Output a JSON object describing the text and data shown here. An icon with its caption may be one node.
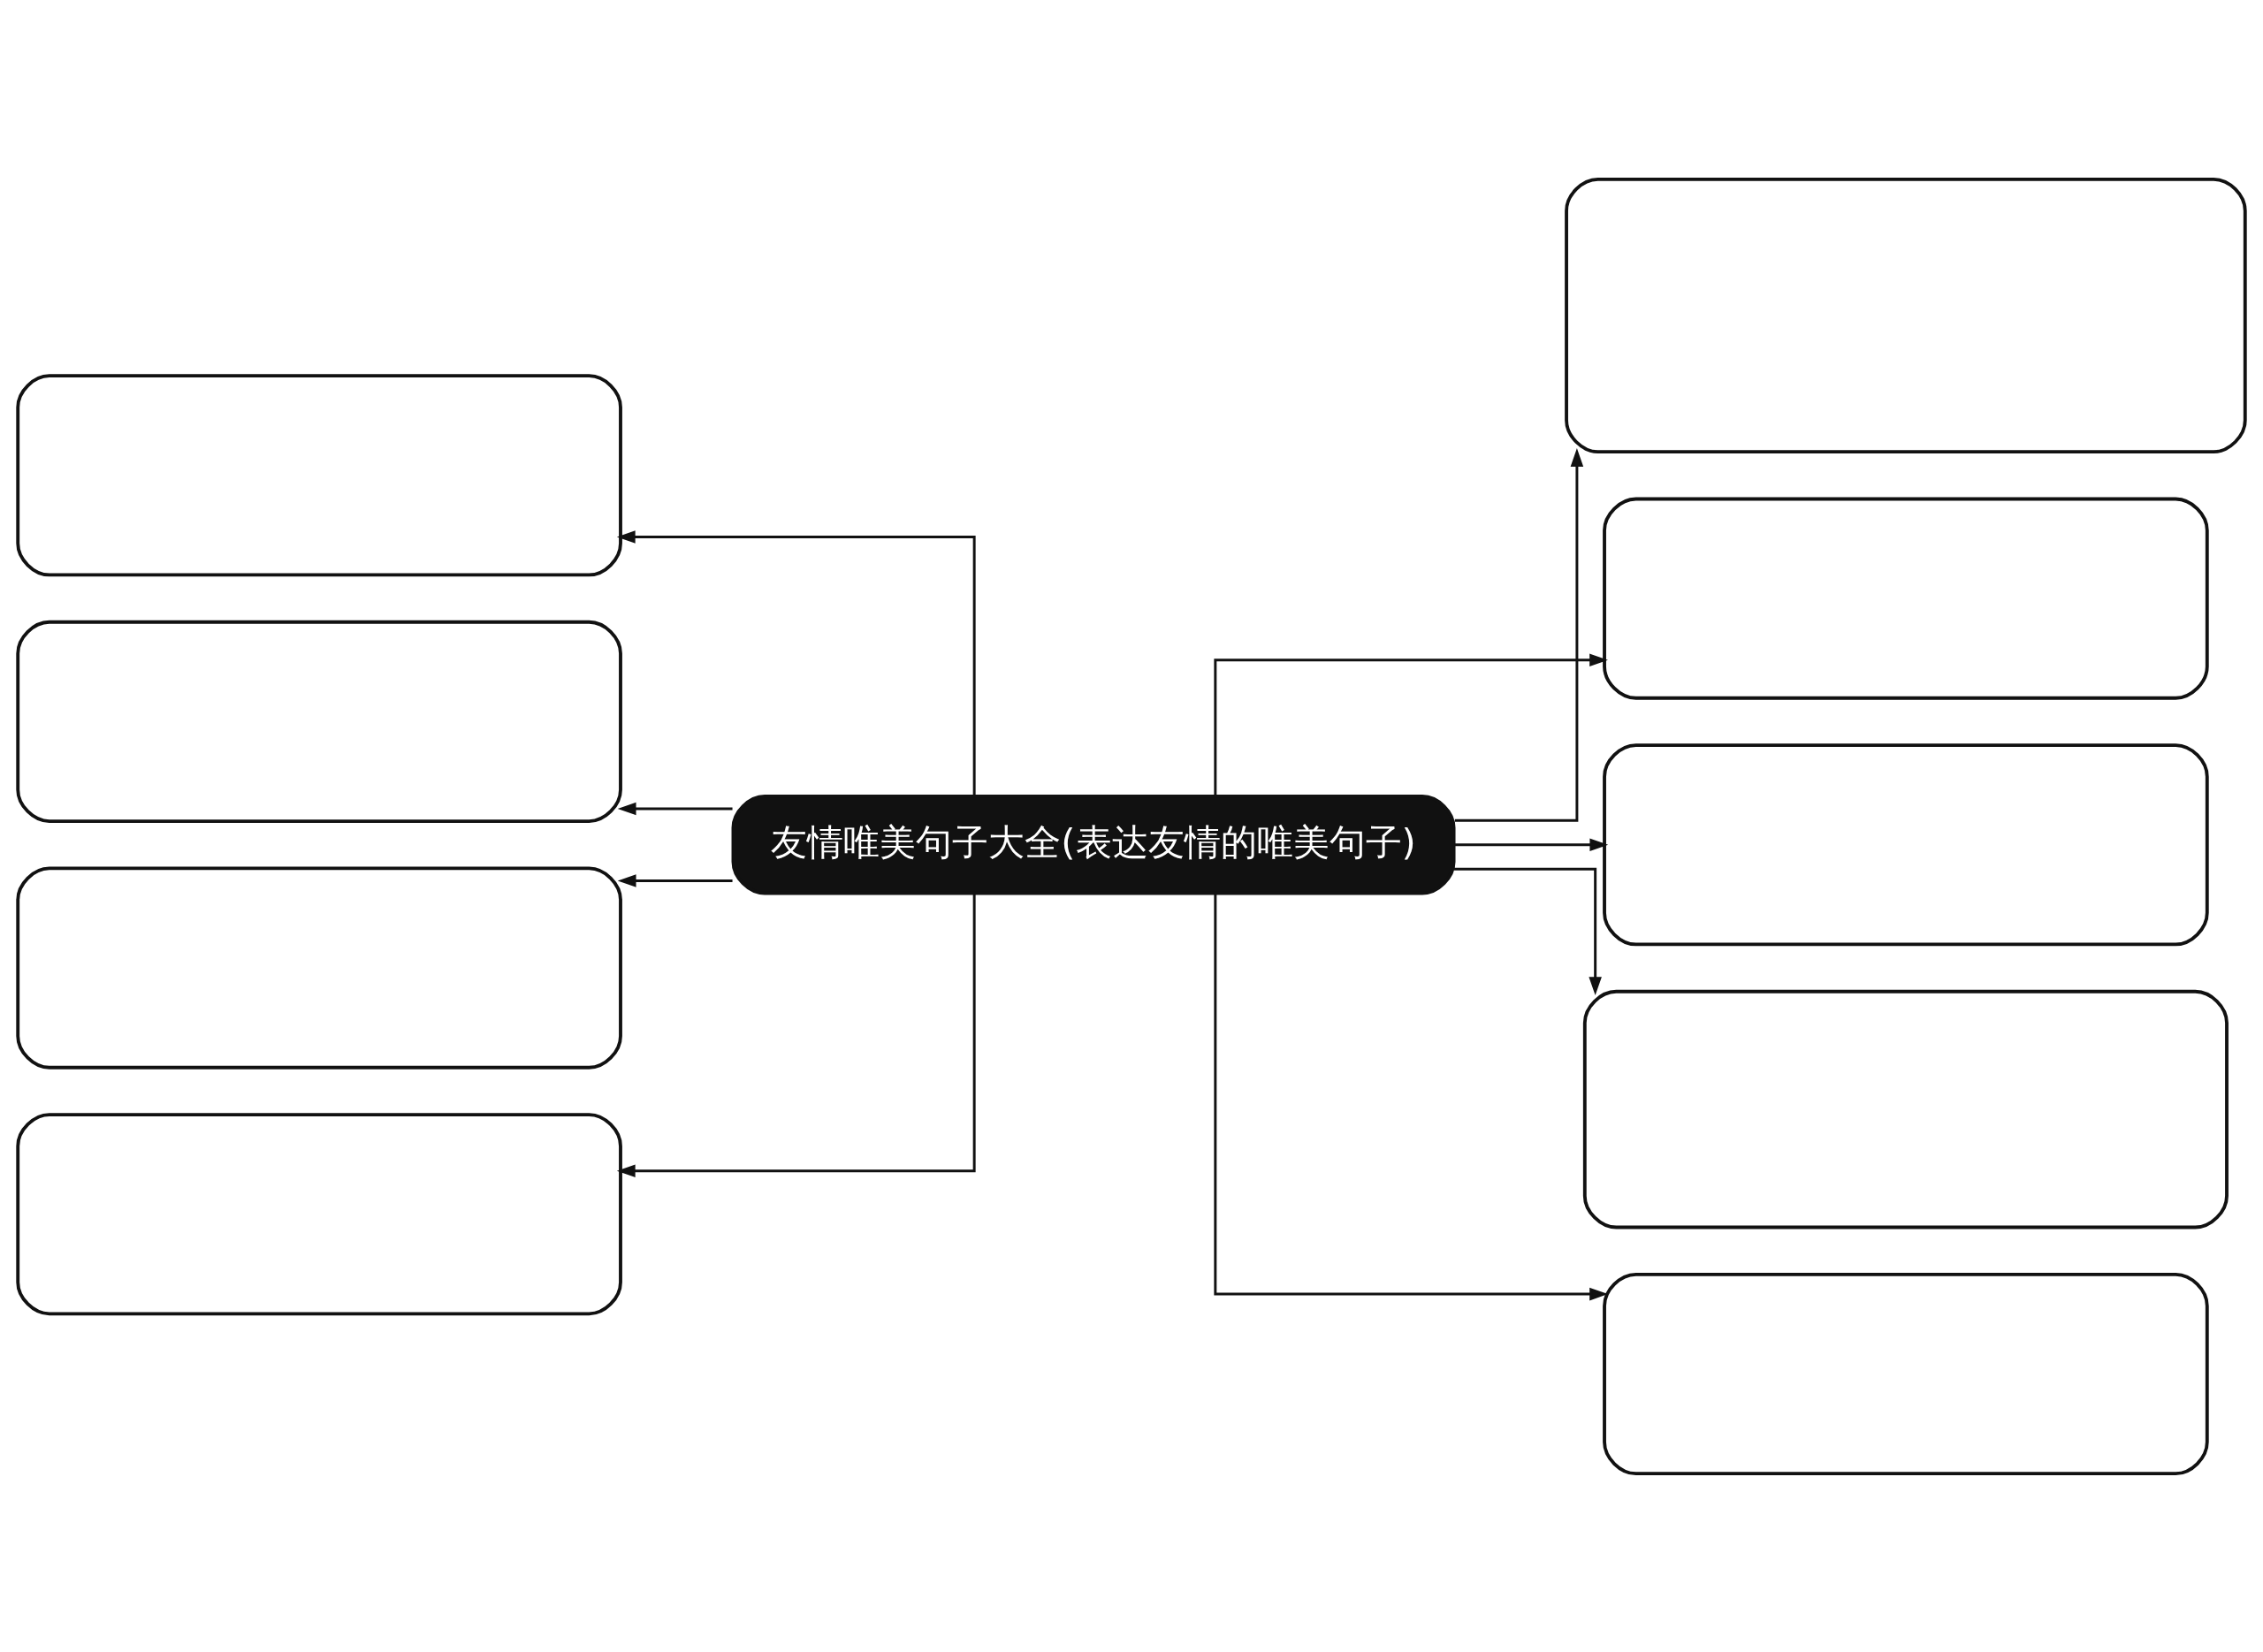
{
  "diagram": {
    "nodes": [
      {
        "text": [
          "友情唯美句子大全(表达友情的唯美句子)"
        ]
      },
      {
        "text": [],
        "shape": "box"
      },
      {
        "text": [],
        "shape": "box"
      },
      {
        "text": [],
        "shape": "box"
      },
      {
        "text": [],
        "shape": "box"
      },
      {
        "text": [],
        "shape": "box"
      },
      {
        "text": [],
        "shape": "box"
      },
      {
        "text": [],
        "shape": "box"
      },
      {
        "text": [],
        "shape": "box"
      },
      {
        "text": [],
        "shape": "box"
      }
    ],
    "edges": [
      {
        "from": 0,
        "to": 1,
        "arrow": "to"
      },
      {
        "from": 0,
        "to": 2,
        "arrow": "to"
      },
      {
        "from": 0,
        "to": 3,
        "arrow": "to"
      },
      {
        "from": 0,
        "to": 4,
        "arrow": "to"
      },
      {
        "from": 0,
        "to": 5,
        "arrow": "to"
      },
      {
        "from": 0,
        "to": 6,
        "arrow": "to"
      },
      {
        "from": 0,
        "to": 7,
        "arrow": "to"
      },
      {
        "from": 0,
        "to": 8,
        "arrow": "to"
      },
      {
        "from": 0,
        "to": 9,
        "arrow": "to"
      }
    ]
  }
}
